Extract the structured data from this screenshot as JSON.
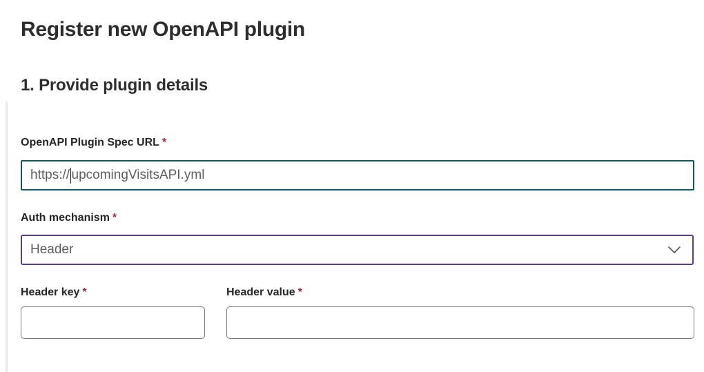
{
  "page": {
    "title": "Register new OpenAPI plugin",
    "section_heading": "1. Provide plugin details"
  },
  "form": {
    "required_marker": "*",
    "spec_url": {
      "label": "OpenAPI Plugin Spec URL",
      "value": "https://upcomingVisitsAPI.yml",
      "value_before_caret": "https://",
      "value_after_caret": "upcomingVisitsAPI.yml",
      "focused": true
    },
    "auth_mechanism": {
      "label": "Auth mechanism",
      "selected_option": "Header",
      "icon": "chevron-down-icon"
    },
    "header_key": {
      "label": "Header key",
      "value": ""
    },
    "header_value": {
      "label": "Header value",
      "value": ""
    }
  },
  "colors": {
    "focus_border_teal": "#0d5a62",
    "dropdown_border_purple": "#5c3c91",
    "required_red": "#a4262c",
    "input_border_gray": "#7a7a7a",
    "text_dark": "#262626",
    "input_text": "#5f5f5f"
  }
}
